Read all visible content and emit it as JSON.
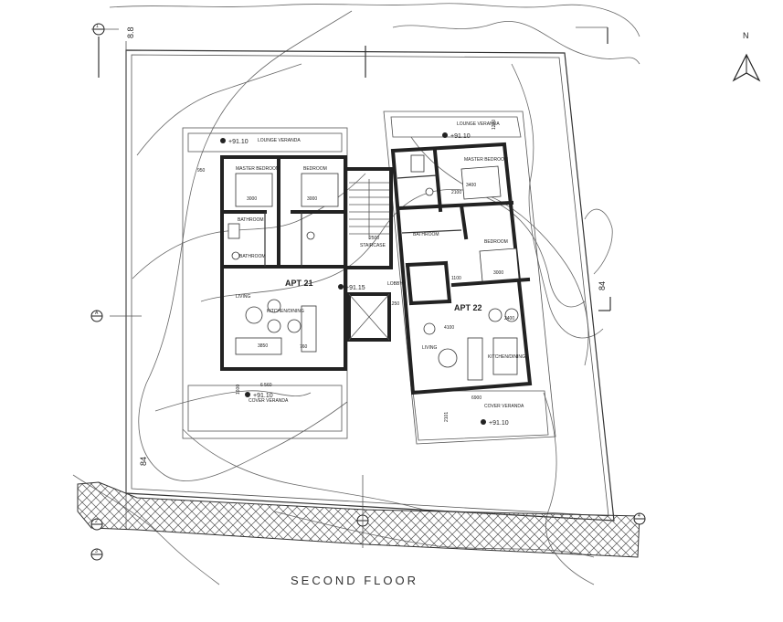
{
  "drawing": {
    "title": "SECOND FLOOR",
    "north_label": "N",
    "road_dimension_top": "8.8",
    "boundary_dimension_right": "84",
    "boundary_dimension_left": "84"
  },
  "apartments": [
    {
      "name": "APT 21",
      "rooms": [
        "MASTER BEDROOM",
        "BEDROOM",
        "BATHROOM",
        "BATHROOM",
        "LIVING",
        "KITCHEN/DINING",
        "LOUNGE VERANDA",
        "COVER VERANDA"
      ],
      "level_top": "+91.10",
      "level_bottom": "+91.10",
      "dims": [
        "950",
        "3000",
        "3000",
        "3850",
        "760",
        "6 560",
        "1600"
      ]
    },
    {
      "name": "APT 22",
      "rooms": [
        "MASTER BEDROOM",
        "BEDROOM",
        "BATHROOM",
        "KITCHEN/DINING",
        "LIVING",
        "LOUNGE VERANDA",
        "COVER VERANDA"
      ],
      "level_top": "+91.10",
      "level_bottom": "+91.10",
      "dims": [
        "3400",
        "2100",
        "3000",
        "1100",
        "2400",
        "6900",
        "4100",
        "2101",
        "1220"
      ]
    }
  ],
  "core": {
    "stair_label": "STAIRCASE",
    "lobby_label": "LOBBY",
    "level": "+91.15",
    "dims": [
      "2500",
      "1250"
    ]
  },
  "markers": [
    "1",
    "2",
    "3",
    "4",
    "A"
  ]
}
